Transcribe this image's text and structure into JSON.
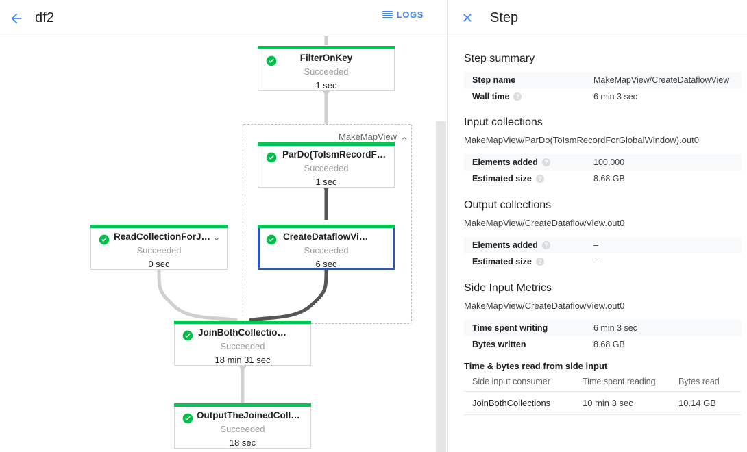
{
  "topbar": {
    "back_icon": "arrow-left-icon",
    "job_name": "df2",
    "logs_label": "LOGS",
    "logs_icon": "list-icon"
  },
  "graph": {
    "group": {
      "label": "MakeMapView",
      "collapse_icon": "chevron-up-icon"
    },
    "status_color": "#00c853",
    "selected_color": "#2a56c6",
    "nodes": [
      {
        "id": "filter-on-key",
        "name": "FilterOnKey",
        "status": "Succeeded",
        "time": "1 sec",
        "selected": false,
        "chevron": false
      },
      {
        "id": "pardo-toism",
        "name": "ParDo(ToIsmRecordFor…)",
        "status": "Succeeded",
        "time": "1 sec",
        "selected": false,
        "chevron": false
      },
      {
        "id": "create-dataflow-view",
        "name": "CreateDataflowView",
        "status": "Succeeded",
        "time": "6 sec",
        "selected": true,
        "chevron": false
      },
      {
        "id": "read-collection",
        "name": "ReadCollectionForJoin",
        "status": "Succeeded",
        "time": "0 sec",
        "selected": false,
        "chevron": true
      },
      {
        "id": "join-both",
        "name": "JoinBothCollections",
        "status": "Succeeded",
        "time": "18 min 31 sec",
        "selected": false,
        "chevron": false
      },
      {
        "id": "output-joined",
        "name": "OutputTheJoinedCollec…",
        "status": "Succeeded",
        "time": "18 sec",
        "selected": false,
        "chevron": false
      }
    ]
  },
  "panel": {
    "close_icon": "close-icon",
    "title": "Step",
    "step_summary": {
      "heading": "Step summary",
      "rows": [
        {
          "key": "Step name",
          "value": "MakeMapView/CreateDataflowView",
          "help": false
        },
        {
          "key": "Wall time",
          "value": "6 min 3 sec",
          "help": true
        }
      ]
    },
    "input_collections": {
      "heading": "Input collections",
      "collection": "MakeMapView/ParDo(ToIsmRecordForGlobalWindow).out0",
      "rows": [
        {
          "key": "Elements added",
          "value": "100,000",
          "help": true
        },
        {
          "key": "Estimated size",
          "value": "8.68 GB",
          "help": true
        }
      ]
    },
    "output_collections": {
      "heading": "Output collections",
      "collection": "MakeMapView/CreateDataflowView.out0",
      "rows": [
        {
          "key": "Elements added",
          "value": "–",
          "help": true
        },
        {
          "key": "Estimated size",
          "value": "–",
          "help": true
        }
      ]
    },
    "side_input_metrics": {
      "heading": "Side Input Metrics",
      "collection": "MakeMapView/CreateDataflowView.out0",
      "rows": [
        {
          "key": "Time spent writing",
          "value": "6 min 3 sec",
          "help": false
        },
        {
          "key": "Bytes written",
          "value": "8.68 GB",
          "help": false
        }
      ]
    },
    "side_input_table": {
      "heading": "Time & bytes read from side input",
      "columns": [
        "Side input consumer",
        "Time spent reading",
        "Bytes read"
      ],
      "rows": [
        [
          "JoinBothCollections",
          "10 min 3 sec",
          "10.14 GB"
        ]
      ]
    }
  }
}
